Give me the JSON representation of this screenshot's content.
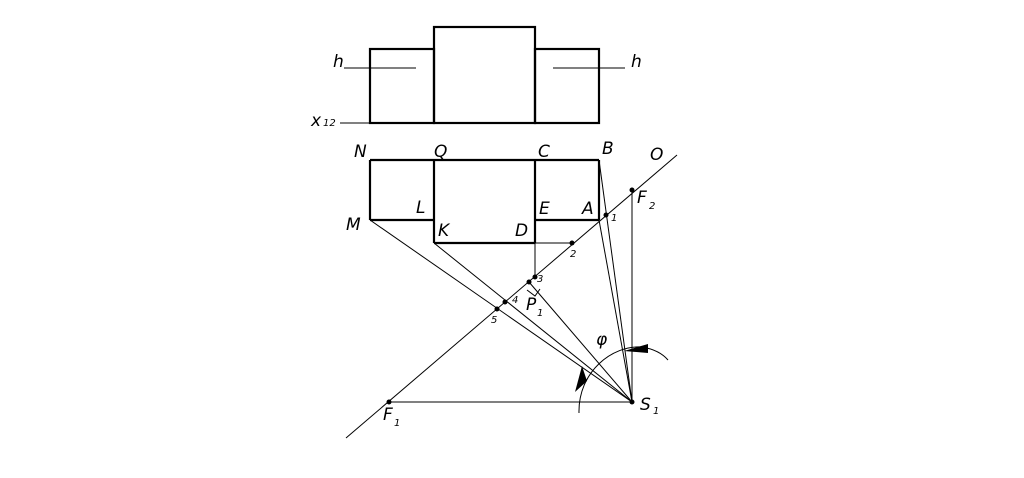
{
  "labels": {
    "h_left": "h",
    "h_right": "h",
    "x_axis": "x",
    "x_axis_sub": "12",
    "N": "N",
    "Q": "Q",
    "C": "C",
    "B": "B",
    "O": "O",
    "L": "L",
    "E": "E",
    "A": "A",
    "M": "M",
    "K": "K",
    "D": "D",
    "F2": "F",
    "F2_sub": "2",
    "F1": "F",
    "F1_sub": "1",
    "P1": "P",
    "P1_sub": "1",
    "S1": "S",
    "S1_sub": "1",
    "phi": "φ"
  },
  "points": {
    "p1": "1",
    "p2": "2",
    "p3": "3",
    "p4": "4",
    "p5": "5"
  }
}
